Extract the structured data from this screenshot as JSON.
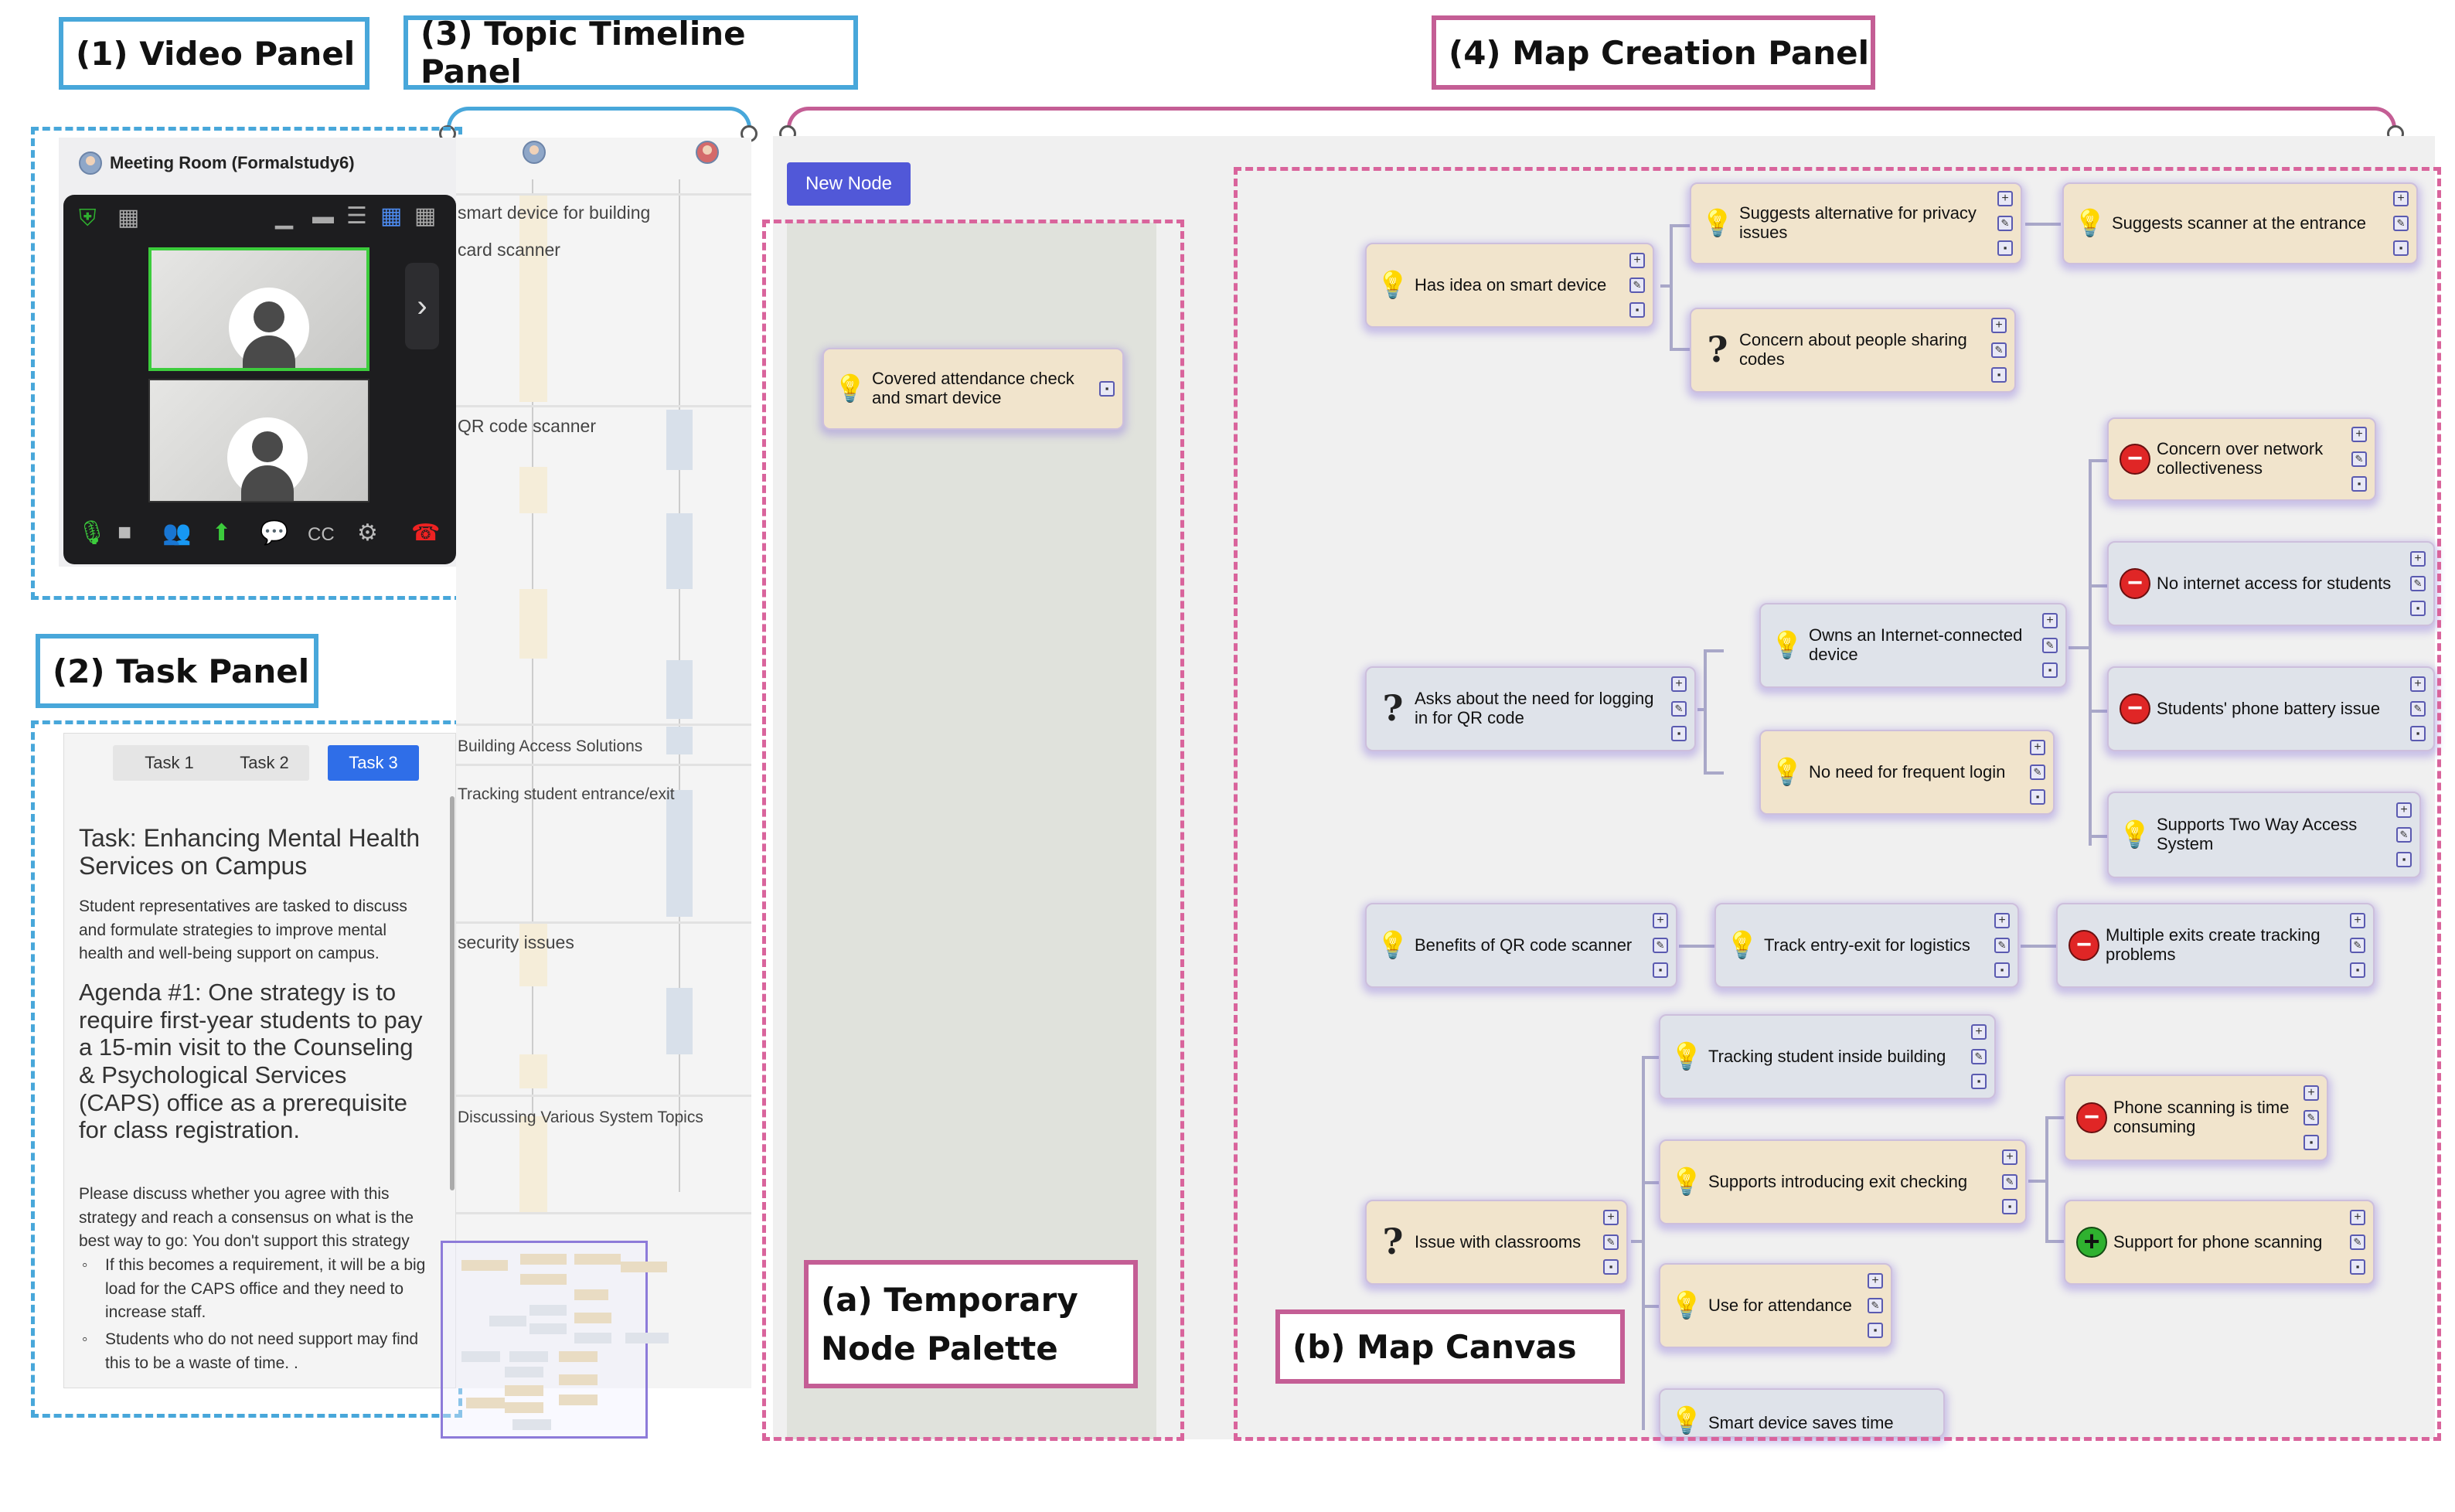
{
  "callouts": {
    "video": "(1) Video Panel",
    "task": "(2) Task Panel",
    "timeline": "(3) Topic Timeline Panel",
    "map": "(4) Map Creation Panel",
    "palette_line1": "(a) Temporary",
    "palette_line2": "Node Palette",
    "canvas": "(b) Map Canvas"
  },
  "video": {
    "meeting_title": "Meeting Room (Formalstudy6)",
    "icons": [
      "shield-icon",
      "grid-icon",
      "minimize-icon",
      "layout-icon",
      "mic-icon",
      "camera-icon",
      "participants-icon",
      "share-icon",
      "chat-icon",
      "cc-icon",
      "settings-icon",
      "hangup-icon"
    ]
  },
  "task": {
    "tabs": [
      "Task 1",
      "Task 2",
      "Task 3"
    ],
    "active_tab": "Task 3",
    "title": "Task: Enhancing Mental Health Services on Campus",
    "intro": "Student representatives are tasked to discuss and formulate strategies to improve mental health and well-being support on campus.",
    "agenda": "Agenda #1: One strategy is to require first-year students to pay a 15-min visit to the Counseling & Psychological Services (CAPS) office as a prerequisite for class registration.",
    "instructions": "Please discuss whether you agree with this strategy and reach a consensus on what is the best way to go: You don't support this strategy",
    "bullets": [
      "If this becomes a requirement, it will be a big load for the CAPS office and they need to increase staff.",
      "Students who do not need support may find this to be a waste of time. ."
    ]
  },
  "timeline": {
    "topics": [
      "smart device for building",
      "card scanner",
      "QR code scanner",
      "Building Access Solutions",
      "Tracking student entrance/exit",
      "security issues",
      "Discussing Various System Topics"
    ]
  },
  "map": {
    "new_node_label": "New Node",
    "palette_nodes": [
      {
        "text": "Covered attendance check and smart device",
        "type": "idea"
      }
    ],
    "nodes": {
      "n1": {
        "text": "Has idea on smart device",
        "type": "idea"
      },
      "n2": {
        "text": "Suggests alternative for privacy issues",
        "type": "idea"
      },
      "n3": {
        "text": "Suggests scanner at the entrance",
        "type": "idea"
      },
      "n4": {
        "text": "Concern about people sharing codes",
        "type": "question"
      },
      "n5": {
        "text": "Concern over network collectiveness",
        "type": "con"
      },
      "n6": {
        "text": "No internet access for students",
        "type": "con"
      },
      "n7": {
        "text": "Owns an Internet-connected device",
        "type": "idea"
      },
      "n8": {
        "text": "Asks about the need for logging in for QR code",
        "type": "question"
      },
      "n9": {
        "text": "Students' phone battery issue",
        "type": "con"
      },
      "n10": {
        "text": "No need for frequent login",
        "type": "idea"
      },
      "n11": {
        "text": "Supports Two Way Access System",
        "type": "idea"
      },
      "n12": {
        "text": "Benefits of QR code scanner",
        "type": "idea"
      },
      "n13": {
        "text": "Track entry-exit for logistics",
        "type": "idea"
      },
      "n14": {
        "text": "Multiple exits create tracking problems",
        "type": "con"
      },
      "n15": {
        "text": "Tracking student inside building",
        "type": "idea"
      },
      "n16": {
        "text": "Phone scanning is time consuming",
        "type": "con"
      },
      "n17": {
        "text": "Supports introducing exit checking",
        "type": "idea"
      },
      "n18": {
        "text": "Issue with classrooms",
        "type": "question"
      },
      "n19": {
        "text": "Support for phone scanning",
        "type": "pro"
      },
      "n20": {
        "text": "Use for attendance",
        "type": "idea"
      },
      "n21": {
        "text": "Smart device saves time",
        "type": "idea"
      }
    },
    "colors": {
      "tan_node": "#f1e4cc",
      "blue_node": "#dfe3ea",
      "accent": "#5158d8",
      "con": "#e02626",
      "pro": "#2fb12f"
    }
  }
}
